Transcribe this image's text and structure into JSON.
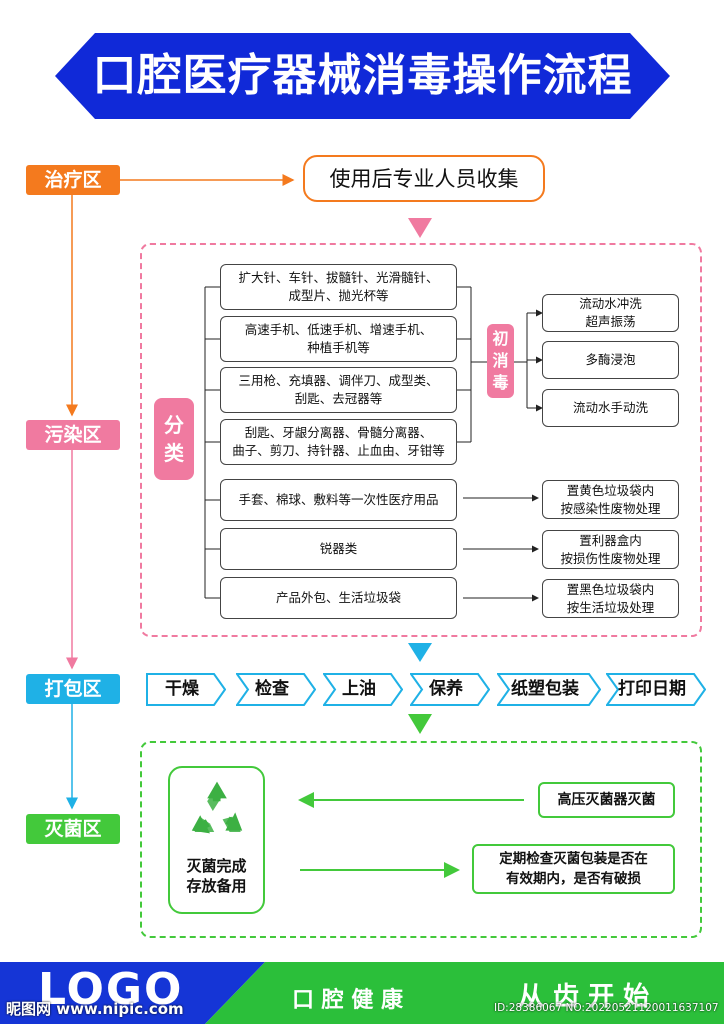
{
  "title": "口腔医疗器械消毒操作流程",
  "zones": {
    "treatment": "治疗区",
    "contamination": "污染区",
    "packaging": "打包区",
    "sterilization": "灭菌区"
  },
  "collect_box": "使用后专业人员收集",
  "classify_label": "分\n类",
  "initial_disinfection_label": "初\n消\n毒",
  "instrument_groups": [
    "扩大针、车针、拔髓针、光滑髓针、\n成型片、抛光杯等",
    "高速手机、低速手机、增速手机、\n种植手机等",
    "三用枪、充填器、调伴刀、成型类、\n刮匙、去冠器等",
    "刮匙、牙龈分离器、骨髓分离器、\n曲子、剪刀、持针器、止血由、牙钳等"
  ],
  "disinfection_methods": [
    "流动水冲洗\n超声振荡",
    "多酶浸泡",
    "流动水手动洗"
  ],
  "waste_items": [
    {
      "item": "手套、棉球、敷料等一次性医疗用品",
      "handling": "置黄色垃圾袋内\n按感染性废物处理"
    },
    {
      "item": "锐器类",
      "handling": "置利器盒内\n按损伤性废物处理"
    },
    {
      "item": "产品外包、生活垃圾袋",
      "handling": "置黑色垃圾袋内\n按生活垃圾处理"
    }
  ],
  "packaging_steps": [
    "干燥",
    "检查",
    "上油",
    "保养",
    "纸塑包装",
    "打印日期"
  ],
  "sterilization": {
    "storage": "灭菌完成\n存放备用",
    "autoclave": "高压灭菌器灭菌",
    "check": "定期检查灭菌包装是否在\n有效期内，是否有破损"
  },
  "footer": {
    "logo": "LOGO",
    "slogan_left": "口 腔 健 康",
    "slogan_right": "从 齿 开 始",
    "watermark_site": "昵图网 www.nipic.com",
    "watermark_id": "ID:28386067 NO:20220521120011637107"
  },
  "colors": {
    "title_blue": "#1029d8",
    "orange": "#f47a1e",
    "pink": "#f07aa0",
    "cyan": "#1fb1e6",
    "green": "#43c93b",
    "footer_blue": "#1535d6"
  }
}
